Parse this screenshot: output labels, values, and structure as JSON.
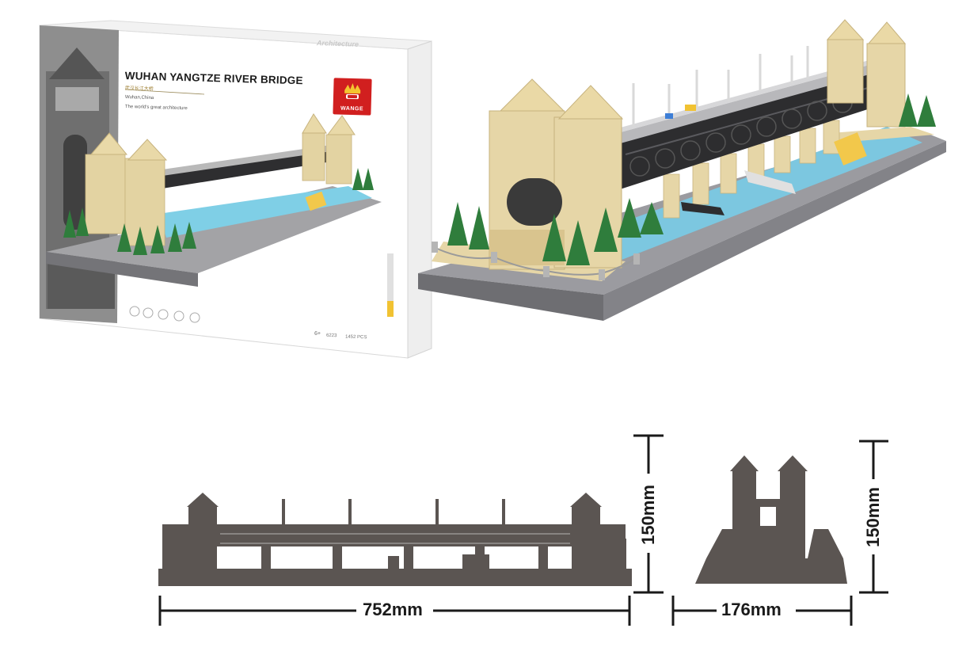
{
  "box": {
    "title": "WUHAN YANGTZE RIVER BRIDGE",
    "subtitle_cn": "武汉长江大桥",
    "location": "Wuhan,China",
    "tagline": "The world's great architecture",
    "series": "Architecture",
    "brand": "WANGE",
    "age": "6+",
    "set_number": "6223",
    "pieces": "1452 PCS"
  },
  "dimensions": {
    "length": "752mm",
    "height_front": "150mm",
    "width": "176mm",
    "height_side": "150mm"
  },
  "colors": {
    "brand_red": "#d11f1f",
    "water": "#7cc7e0",
    "tan": "#e6d6a7",
    "trees": "#2f7d3c",
    "base": "#77777b",
    "silhouette": "#5b5552"
  }
}
